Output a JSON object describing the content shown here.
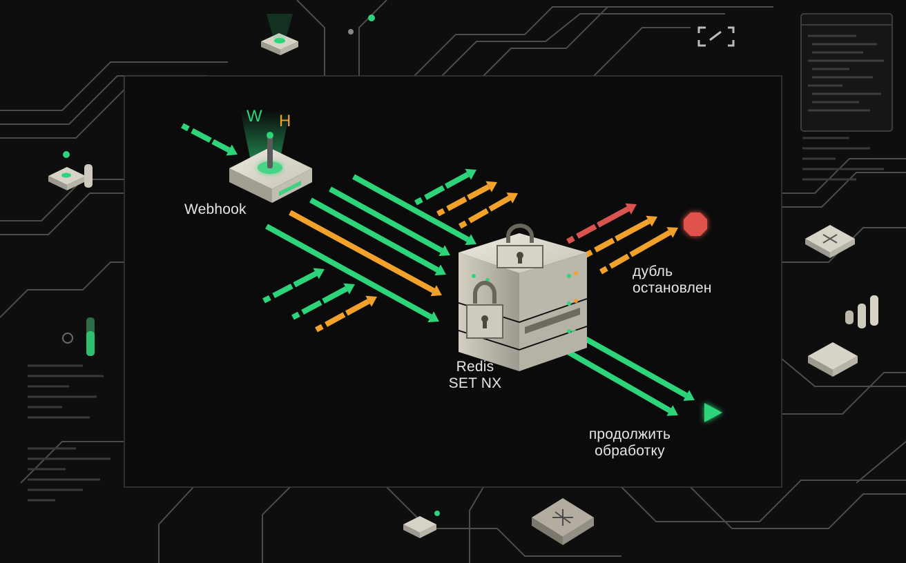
{
  "diagram": {
    "webhook": {
      "label": "Webhook",
      "glyph_w": "W",
      "glyph_h": "H"
    },
    "redis": {
      "line1": "Redis",
      "line2": "SET NX"
    },
    "duplicate": {
      "line1": "дубль",
      "line2": "остановлен"
    },
    "continue": {
      "line1": "продолжить",
      "line2": "обработку"
    },
    "icons": [
      "webhook-device-icon",
      "server-stack-icon",
      "padlock-icon",
      "stop-octagon-icon",
      "play-triangle-icon",
      "arrow-icon"
    ]
  },
  "colors": {
    "background": "#0e0e0e",
    "panel": "#0b0b0b",
    "panel_border": "#3a3a3a",
    "circuit": "#5a5a5a",
    "green": "#2ed47a",
    "orange": "#f2a12b",
    "red": "#d9534f",
    "device": "#d9d4c8",
    "text": "#e6e6e6"
  }
}
